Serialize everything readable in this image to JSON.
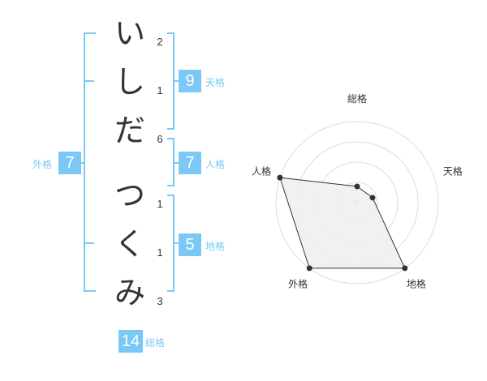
{
  "name": {
    "chars": [
      {
        "char": "い",
        "strokes": "2"
      },
      {
        "char": "し",
        "strokes": "1"
      },
      {
        "char": "だ",
        "strokes": "6"
      },
      {
        "char": "つ",
        "strokes": "1"
      },
      {
        "char": "く",
        "strokes": "1"
      },
      {
        "char": "み",
        "strokes": "3"
      }
    ]
  },
  "kakusu": {
    "tenkaku": {
      "value": "9",
      "label": "天格"
    },
    "jinkaku": {
      "value": "7",
      "label": "人格"
    },
    "chikaku": {
      "value": "5",
      "label": "地格"
    },
    "gaikaku": {
      "value": "7",
      "label": "外格"
    },
    "soukaku": {
      "value": "14",
      "label": "総格"
    }
  },
  "colors": {
    "accent": "#7bc8f6",
    "text": "#333333",
    "radar_fill": "#eeeeee",
    "ring": "#dddddd"
  },
  "chart_data": {
    "type": "radar",
    "axes": [
      "総格",
      "天格",
      "地格",
      "外格",
      "人格"
    ],
    "values": [
      14,
      9,
      5,
      7,
      7
    ],
    "ranks": [
      1,
      1,
      5,
      5,
      5
    ],
    "rmax": 5,
    "rings": 4
  }
}
